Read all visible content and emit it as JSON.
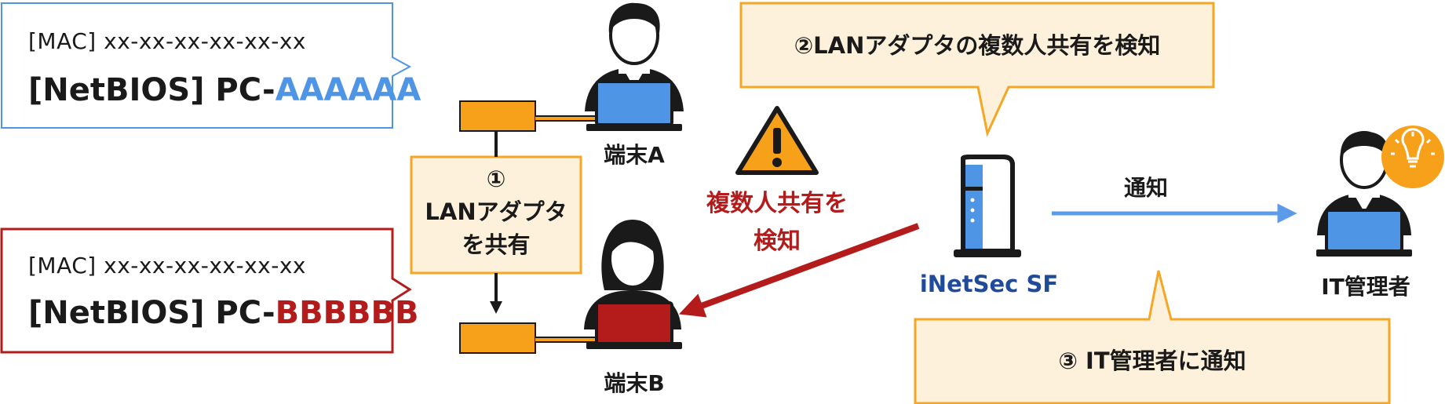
{
  "colors": {
    "pc_a_blue": "#4f95e6",
    "pc_b_red": "#b41c1c",
    "callout_fill": "#fdf1dc",
    "callout_border": "#f5a623",
    "adapter_orange": "#f7a11a",
    "device_navy": "#1f4b99",
    "notify_arrow": "#5b9be8"
  },
  "pc_a_info": {
    "mac": "[MAC] xx-xx-xx-xx-xx-xx",
    "netbios_prefix": "[NetBIOS] PC-",
    "netbios_name": "AAAAAA"
  },
  "pc_b_info": {
    "mac": "[MAC] xx-xx-xx-xx-xx-xx",
    "netbios_prefix": "[NetBIOS] PC-",
    "netbios_name": "BBBBBB"
  },
  "step1": {
    "number": "①",
    "line1": "LANアダプタ",
    "line2": "を共有"
  },
  "step2": "②LANアダプタの複数人共有を検知",
  "step3": "③ IT管理者に通知",
  "warning": {
    "line1": "複数人共有を",
    "line2": "検知"
  },
  "terminal_a": "端末A",
  "terminal_b": "端末B",
  "device": "iNetSec SF",
  "notify": "通知",
  "admin": "IT管理者",
  "icons": [
    "person-icon",
    "laptop-icon",
    "warning-icon",
    "server-icon",
    "lightbulb-icon"
  ]
}
